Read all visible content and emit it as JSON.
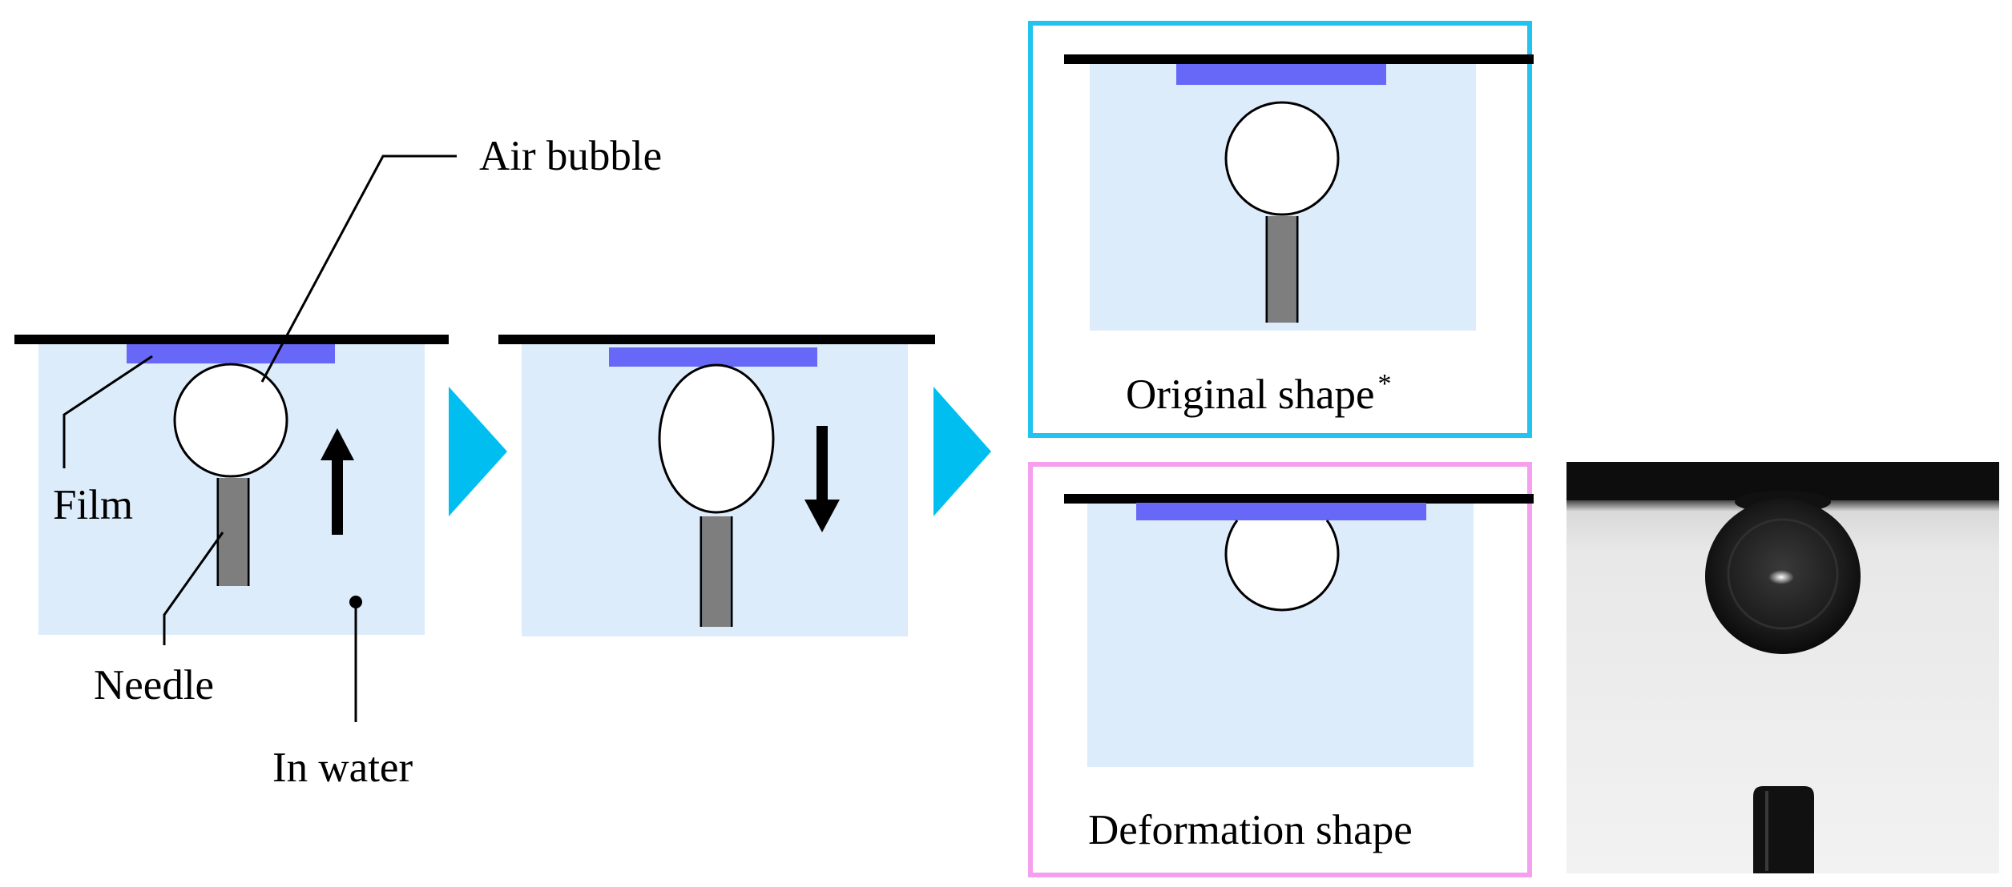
{
  "labels": {
    "air_bubble": "Air bubble",
    "film": "Film",
    "needle": "Needle",
    "in_water": "In water",
    "original_shape": "Original shape",
    "original_shape_mark": "*",
    "deformation_shape": "Deformation shape"
  },
  "colors": {
    "water": "#ddecfb",
    "film": "#6868f8",
    "needle": "#7e7e7e",
    "arrow_step": "#00bff0",
    "frame_original": "#22c3ee",
    "frame_deformation": "#f4a0ee",
    "substrate": "#000000"
  },
  "photo": {
    "icon": "droplet-photo",
    "description_hidden": true
  }
}
